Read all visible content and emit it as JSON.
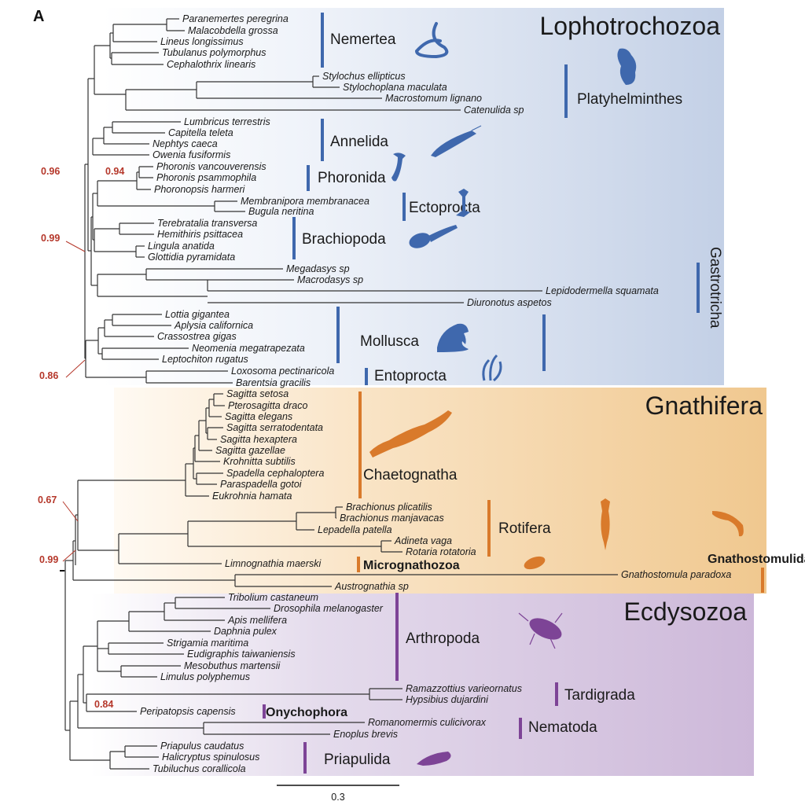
{
  "figure": {
    "panel_label": "A",
    "scale_bar_label": "0.3",
    "colors": {
      "lophotrochozoa": "#3f68ad",
      "gnathifera": "#d97a2b",
      "ecdysozoa": "#7d4496",
      "support": "#b5372a",
      "branch": "#333333"
    }
  },
  "groups": [
    {
      "name": "Lophotrochozoa",
      "color_key": "lophotrochozoa"
    },
    {
      "name": "Gnathifera",
      "color_key": "gnathifera"
    },
    {
      "name": "Ecdysozoa",
      "color_key": "ecdysozoa"
    }
  ],
  "clades": [
    {
      "name": "Nemertea",
      "group": "Lophotrochozoa",
      "taxa": [
        "Paranemertes peregrina",
        "Malacobdella grossa",
        "Lineus longissimus",
        "Tubulanus polymorphus",
        "Cephalothrix linearis"
      ]
    },
    {
      "name": "Platyhelminthes",
      "group": "Lophotrochozoa",
      "taxa": [
        "Stylochus ellipticus",
        "Stylochoplana maculata",
        "Macrostomum lignano",
        "Catenulida sp"
      ]
    },
    {
      "name": "Annelida",
      "group": "Lophotrochozoa",
      "taxa": [
        "Lumbricus terrestris",
        "Capitella teleta",
        "Nephtys caeca",
        "Owenia fusiformis"
      ]
    },
    {
      "name": "Phoronida",
      "group": "Lophotrochozoa",
      "taxa": [
        "Phoronis vancouverensis",
        "Phoronis psammophila",
        "Phoronopsis harmeri"
      ]
    },
    {
      "name": "Ectoprocta",
      "group": "Lophotrochozoa",
      "taxa": [
        "Membranipora membranacea",
        "Bugula neritina"
      ]
    },
    {
      "name": "Brachiopoda",
      "group": "Lophotrochozoa",
      "taxa": [
        "Terebratalia transversa",
        "Hemithiris psittacea",
        "Lingula anatida",
        "Glottidia pyramidata"
      ]
    },
    {
      "name": "Gastrotricha",
      "group": "Lophotrochozoa",
      "taxa": [
        "Megadasys sp",
        "Macrodasys sp",
        "Lepidodermella squamata",
        "Diuronotus aspetos"
      ]
    },
    {
      "name": "Mollusca",
      "group": "Lophotrochozoa",
      "taxa": [
        "Lottia gigantea",
        "Aplysia californica",
        "Crassostrea gigas",
        "Neomenia megatrapezata",
        "Leptochiton rugatus"
      ]
    },
    {
      "name": "Entoprocta",
      "group": "Lophotrochozoa",
      "taxa": [
        "Loxosoma pectinaricola",
        "Barentsia gracilis"
      ]
    },
    {
      "name": "Chaetognatha",
      "group": "Gnathifera",
      "taxa": [
        "Sagitta setosa",
        "Pterosagitta draco",
        "Sagitta elegans",
        "Sagitta serratodentata",
        "Sagitta hexaptera",
        "Sagitta gazellae",
        "Krohnitta subtilis",
        "Spadella cephaloptera",
        "Paraspadella gotoi",
        "Eukrohnia hamata"
      ]
    },
    {
      "name": "Rotifera",
      "group": "Gnathifera",
      "taxa": [
        "Brachionus plicatilis",
        "Brachionus manjavacas",
        "Lepadella patella",
        "Adineta vaga",
        "Rotaria rotatoria"
      ]
    },
    {
      "name": "Micrognathozoa",
      "group": "Gnathifera",
      "taxa": [
        "Limnognathia maerski"
      ]
    },
    {
      "name": "Gnathostomulida",
      "group": "Gnathifera",
      "taxa": [
        "Gnathostomula paradoxa",
        "Austrognathia sp"
      ]
    },
    {
      "name": "Arthropoda",
      "group": "Ecdysozoa",
      "taxa": [
        "Tribolium castaneum",
        "Drosophila melanogaster",
        "Apis mellifera",
        "Daphnia pulex",
        "Strigamia maritima",
        "Eudigraphis taiwaniensis",
        "Mesobuthus martensii",
        "Limulus polyphemus"
      ]
    },
    {
      "name": "Tardigrada",
      "group": "Ecdysozoa",
      "taxa": [
        "Ramazzottius varieornatus",
        "Hypsibius dujardini"
      ]
    },
    {
      "name": "Onychophora",
      "group": "Ecdysozoa",
      "taxa": [
        "Peripatopsis capensis"
      ]
    },
    {
      "name": "Nematoda",
      "group": "Ecdysozoa",
      "taxa": [
        "Romanomermis culicivorax",
        "Enoplus brevis"
      ]
    },
    {
      "name": "Priapulida",
      "group": "Ecdysozoa",
      "taxa": [
        "Priapulus caudatus",
        "Halicryptus spinulosus",
        "Tubiluchus corallicola"
      ]
    }
  ],
  "support_values": [
    {
      "value": "0.96",
      "node": "Annelida+Phoronida+Ectoprocta+Brachiopoda+Gastrotricha"
    },
    {
      "value": "0.94",
      "node": "Phoronida"
    },
    {
      "value": "0.99",
      "node": "Phoronida+Ectoprocta+Brachiopoda"
    },
    {
      "value": "0.86",
      "node": "Lophotrochozoa"
    },
    {
      "value": "0.67",
      "node": "Chaetognatha+Rotifera+Micrognathozoa"
    },
    {
      "value": "0.99",
      "node": "Gnathifera"
    },
    {
      "value": "0.84",
      "node": "Onychophora+Tardigrada"
    }
  ]
}
